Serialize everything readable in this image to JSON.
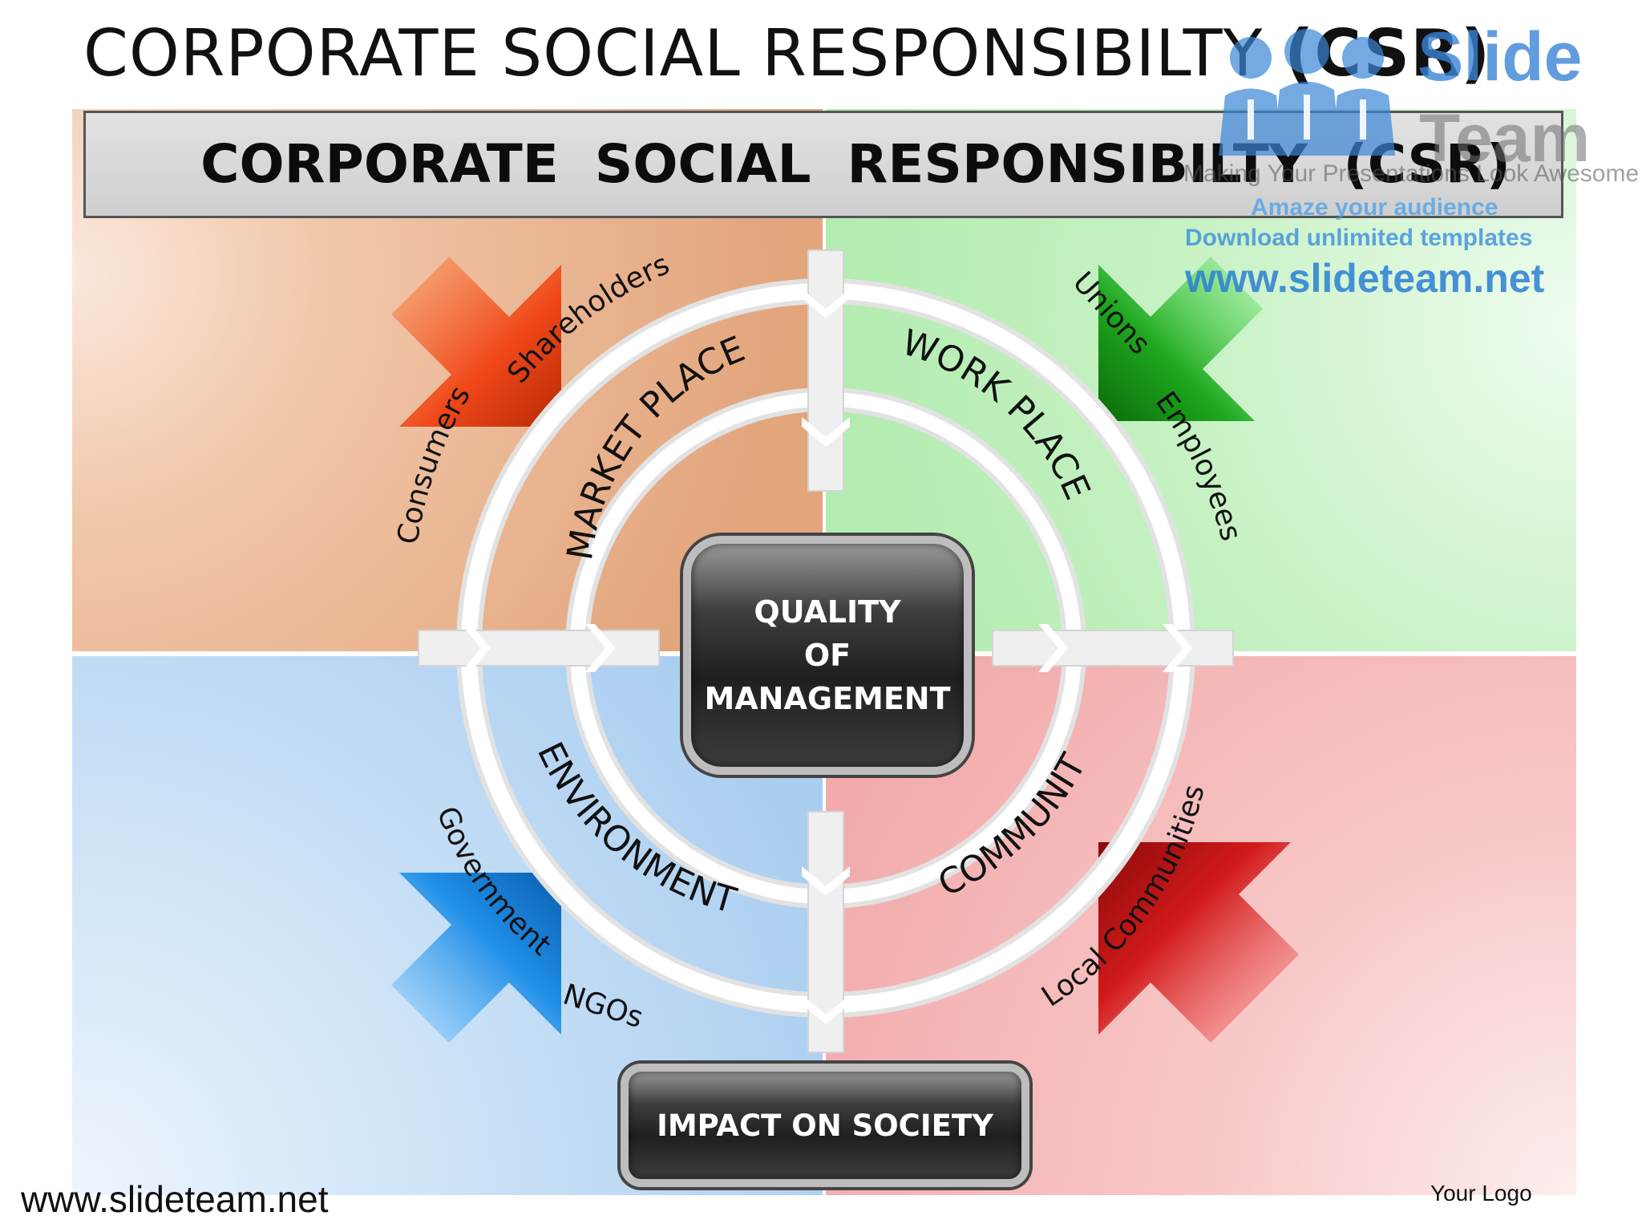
{
  "slide_title": {
    "normal": "CORPORATE SOCIAL RESPONSIBILTY ",
    "bold": "(CSR)"
  },
  "header_band": "CORPORATE SOCIAL RESPONSIBILTY (CSR)",
  "quadrants": [
    {
      "key": "market",
      "label": "MARKET PLACE",
      "stakeholders": [
        "Consumers",
        "Shareholders"
      ],
      "color": "#e2a57c",
      "arrow_color": "#f0481a"
    },
    {
      "key": "work",
      "label": "WORK PLACE",
      "stakeholders": [
        "Unions",
        "Employees"
      ],
      "color": "#b3ecb0",
      "arrow_color": "#1fa81f"
    },
    {
      "key": "environment",
      "label": "ENVIRONMENT",
      "stakeholders": [
        "Government",
        "NGOs"
      ],
      "color": "#a9cdf0",
      "arrow_color": "#1f8ee6"
    },
    {
      "key": "community",
      "label": "COMMUNITY",
      "stakeholders": [
        "Local Communities"
      ],
      "color": "#f2aaab",
      "arrow_color": "#d11a1a"
    }
  ],
  "center_box": {
    "line1": "QUALITY",
    "line2": "OF",
    "line3": "MANAGEMENT"
  },
  "impact_box": "IMPACT ON SOCIETY",
  "footer": {
    "url": "www.slideteam.net",
    "logo": "Your Logo"
  },
  "watermark": {
    "brand_top": "Slide",
    "brand_bottom": "Team",
    "tagline": "Making Your Presentations Look Awesome",
    "amaze": "Amaze your audience",
    "download": "Download unlimited templates",
    "url": "www.slideteam.net"
  }
}
